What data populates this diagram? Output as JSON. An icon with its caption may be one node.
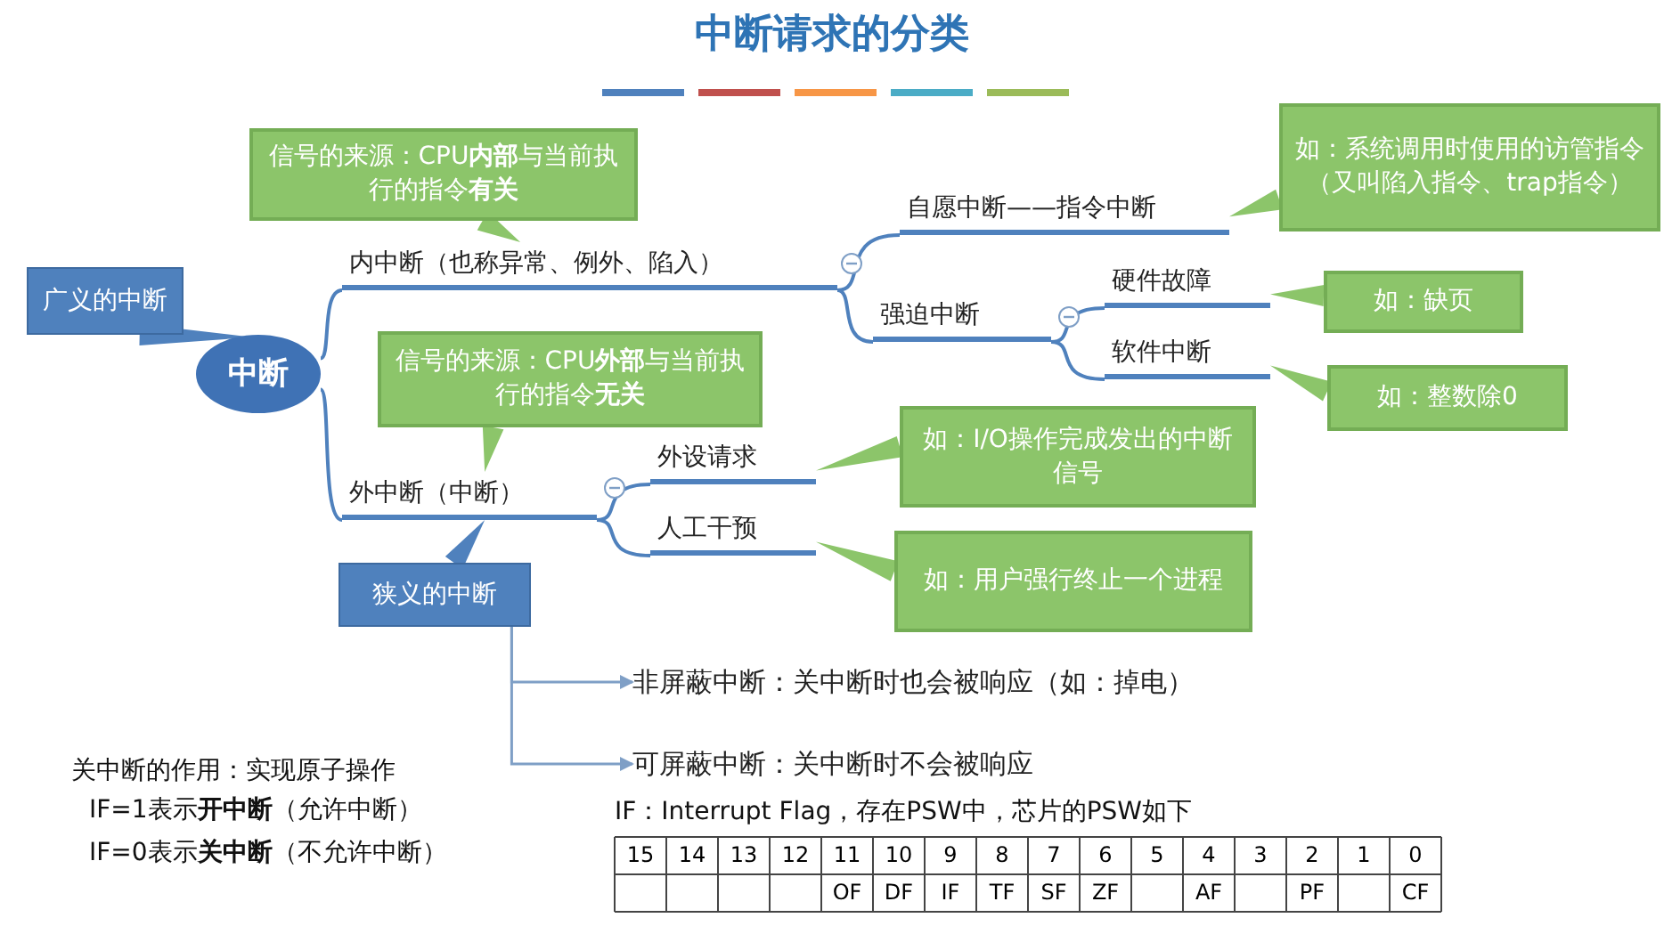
{
  "diagram": {
    "title": "中断请求的分类",
    "nodes": [
      {
        "text": [
          "中断"
        ]
      },
      {
        "text": [
          "广义的中断"
        ]
      },
      {
        "text": [
          "内中断（也称异常、例外、陷入）"
        ]
      },
      {
        "text": [
          "信号的来源：CPU**内部**与当前执行的指令**有关**"
        ]
      },
      {
        "text": [
          "自愿中断——指令中断"
        ]
      },
      {
        "text": [
          "如：系统调用时使用的访管指令（又叫陷入指令、trap指令）"
        ]
      },
      {
        "text": [
          "强迫中断"
        ]
      },
      {
        "text": [
          "硬件故障"
        ]
      },
      {
        "text": [
          "如：缺页"
        ]
      },
      {
        "text": [
          "软件中断"
        ]
      },
      {
        "text": [
          "如：整数除0"
        ]
      },
      {
        "text": [
          "外中断（中断）"
        ]
      },
      {
        "text": [
          "信号的来源：CPU**外部**与当前执行的指令**无关**"
        ]
      },
      {
        "text": [
          "狭义的中断"
        ]
      },
      {
        "text": [
          "外设请求"
        ]
      },
      {
        "text": [
          "如：I/O操作完成发出的中断信号"
        ]
      },
      {
        "text": [
          "人工干预"
        ]
      },
      {
        "text": [
          "如：用户强行终止一个进程"
        ]
      },
      {
        "text": [
          "非屏蔽中断：关中断时也会被响应（如：掉电）"
        ]
      },
      {
        "text": [
          "可屏蔽中断：关中断时不会被响应"
        ]
      }
    ],
    "edges": [
      {
        "from": 0,
        "to": 2,
        "arrow": "none"
      },
      {
        "from": 0,
        "to": 11,
        "arrow": "none"
      },
      {
        "from": 2,
        "to": 4,
        "arrow": "none"
      },
      {
        "from": 2,
        "to": 6,
        "arrow": "none"
      },
      {
        "from": 6,
        "to": 7,
        "arrow": "none"
      },
      {
        "from": 6,
        "to": 9,
        "arrow": "none"
      },
      {
        "from": 11,
        "to": 14,
        "arrow": "none"
      },
      {
        "from": 11,
        "to": 16,
        "arrow": "none"
      },
      {
        "from": 1,
        "to": 0,
        "arrow": "none"
      },
      {
        "from": 3,
        "to": 2,
        "arrow": "none"
      },
      {
        "from": 5,
        "to": 4,
        "arrow": "none"
      },
      {
        "from": 8,
        "to": 7,
        "arrow": "none"
      },
      {
        "from": 10,
        "to": 9,
        "arrow": "none"
      },
      {
        "from": 12,
        "to": 11,
        "arrow": "none"
      },
      {
        "from": 13,
        "to": 11,
        "arrow": "none"
      },
      {
        "from": 15,
        "to": 14,
        "arrow": "none"
      },
      {
        "from": 17,
        "to": 16,
        "arrow": "none"
      },
      {
        "from": 13,
        "to": 18,
        "arrow": "to"
      },
      {
        "from": 13,
        "to": 19,
        "arrow": "to"
      }
    ],
    "labels": [
      "关中断的作用：实现原子操作",
      "IF=1表示**开中断**（允许中断）",
      "IF=0表示**关中断**（不允许中断）",
      "IF：Interrupt Flag，存在PSW中，芯片的PSW如下",
      "15",
      "14",
      "13",
      "12",
      "11",
      "10",
      "9",
      "8",
      "7",
      "6",
      "5",
      "4",
      "3",
      "2",
      "1",
      "0",
      "OF",
      "DF",
      "IF",
      "TF",
      "SF",
      "ZF",
      "AF",
      "PF",
      "CF"
    ]
  }
}
